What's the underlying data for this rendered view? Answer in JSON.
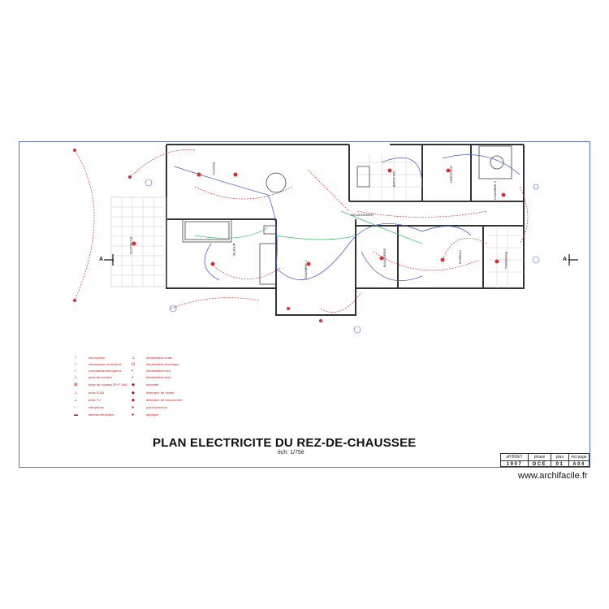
{
  "drawing": {
    "title": "PLAN ELECTRICITE DU REZ-DE-CHAUSSEE",
    "scale": "éch: 1/75è",
    "section_marker": "A",
    "rooms": {
      "vestibule": "VESTIBULE",
      "cuisine": "CUISINE",
      "sejour": "SEJOUR",
      "chambre1": "CHAMBRE 1",
      "degagement": "DEGAGEMENT",
      "bains": "BAINS WC",
      "dressing": "DRESSING",
      "chambre2": "CHAMBRE 2",
      "buanderie": "BUANDERIE",
      "bureau": "BUREAU",
      "terrasse": "TERRASSE"
    }
  },
  "legend": {
    "left": [
      "interrupteur",
      "interrupteur va et vient",
      "commande télérupteur",
      "prise de courant",
      "prise de courant 2P+T 16A",
      "prise RJ45",
      "prise TV",
      "interphone",
      "tableau électrique"
    ],
    "right": [
      "Alimentation hotte",
      "Alimentation électrique",
      "Alimentation four",
      "Alimentation lave",
      "sonnette",
      "détecteur de fumée",
      "détecteur de mouvement",
      "point lumineux",
      "applique"
    ]
  },
  "cartouche": {
    "headers": [
      "aff BDET",
      "phase",
      "plan",
      "ind page"
    ],
    "values": [
      "1907",
      "DCE",
      "01",
      "A04"
    ]
  },
  "watermark": "www.archifacile.fr",
  "colors": {
    "wall": "#333333",
    "circuit_red": "#d83030",
    "circuit_blue": "#4a5ed0",
    "circuit_green": "#3bbf6a",
    "border": "#5a6fb0"
  }
}
